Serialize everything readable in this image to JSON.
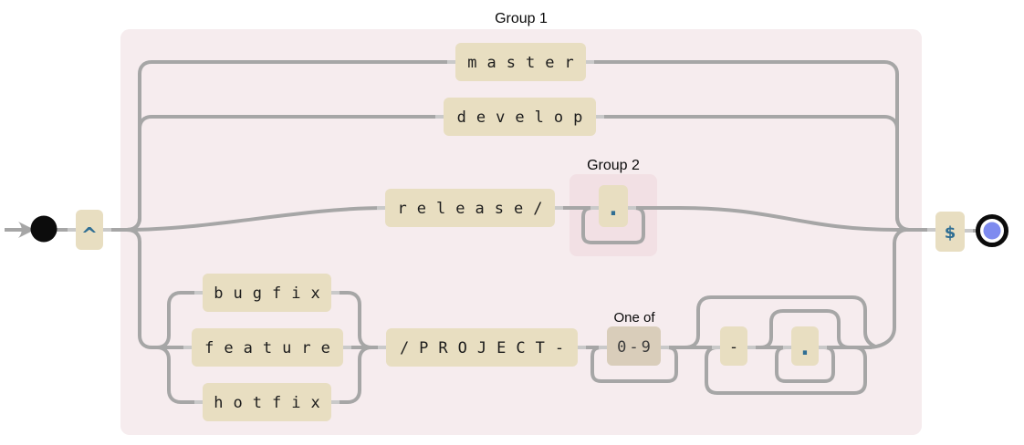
{
  "diagram": {
    "group1_label": "Group 1",
    "group2_label": "Group 2",
    "one_of_label": "One of",
    "start_anchor": "^",
    "end_anchor": "$",
    "branches": {
      "master": "master",
      "develop": "develop",
      "release_prefix": "release/",
      "bugfix": "bugfix",
      "feature": "feature",
      "hotfix": "hotfix"
    },
    "project_literal": "/PROJECT-",
    "digit_range": "0-9",
    "dash_literal": "-",
    "any_character": ".",
    "colors": {
      "line": "#a6a6a6",
      "literal_box": "#e8dec1",
      "charset_box": "#d9cdba",
      "group1_background": "#f6ecee",
      "group2_background": "#f2e0e4",
      "accent_blue": "#2f6e93",
      "start_dot": "#0c0c0c",
      "end_dot": "#7e8bef"
    }
  }
}
